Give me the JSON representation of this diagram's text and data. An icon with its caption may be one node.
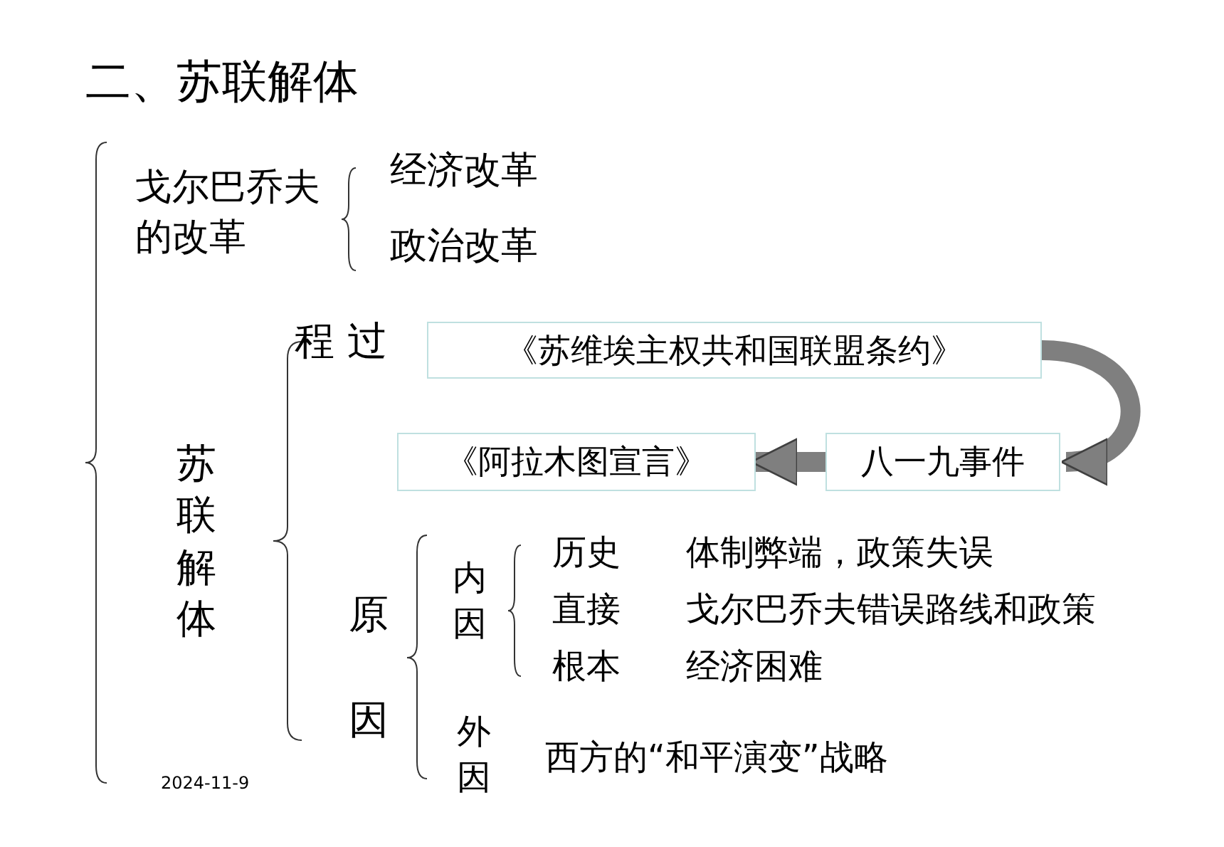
{
  "diagram": {
    "title": "二、苏联解体",
    "nodes": [
      {
        "text": [
          "《苏维埃主权共和国联盟条约》"
        ]
      },
      {
        "text": [
          "《阿拉木图宣言》"
        ]
      },
      {
        "text": [
          "八一九事件"
        ]
      }
    ],
    "edges": [
      {
        "from": 0,
        "to": 2,
        "arrow": "to"
      },
      {
        "from": 2,
        "to": 1,
        "arrow": "to"
      }
    ],
    "labels": [
      "戈尔巴乔夫的改革",
      "经济改革",
      "政治改革",
      "程 过",
      "苏联解体",
      "原因",
      "内因",
      "历史",
      "体制弊端，政策失误",
      "直接",
      "戈尔巴乔夫错误路线和政策",
      "根本",
      "经济困难",
      "外因",
      "西方的“和平演变”战略",
      "2024-11-9"
    ]
  }
}
